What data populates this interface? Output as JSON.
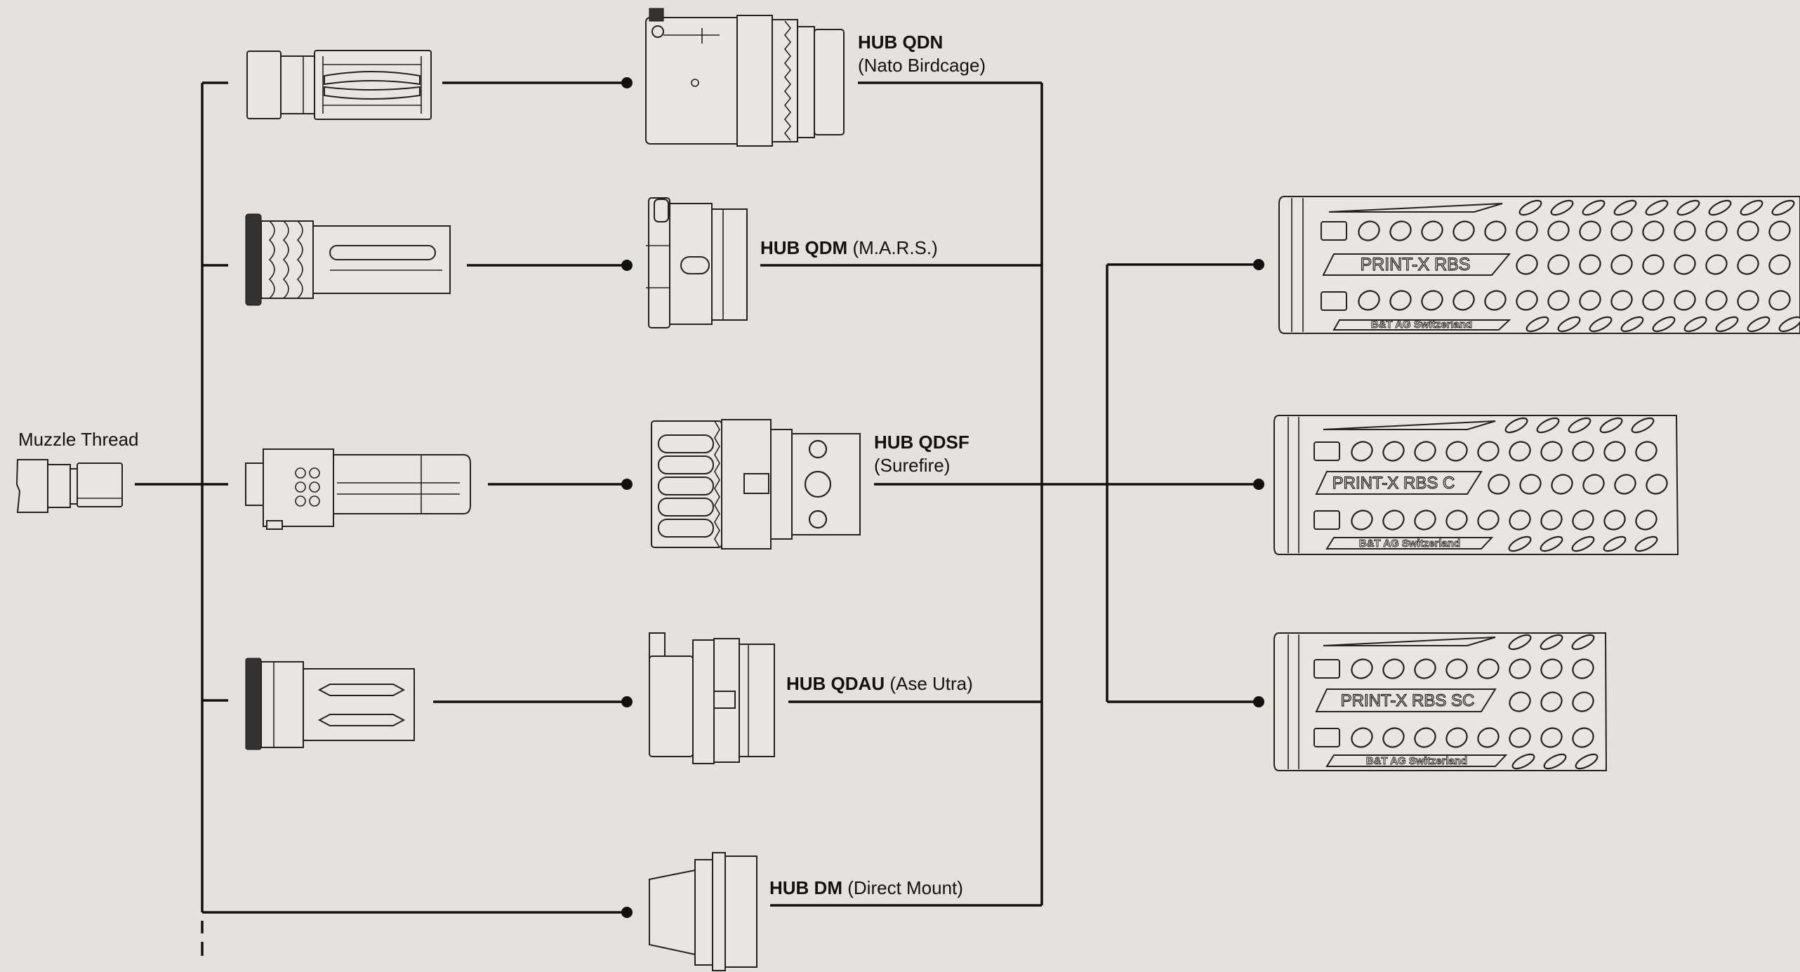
{
  "source": {
    "label": "Muzzle Thread"
  },
  "hubs": [
    {
      "name": "HUB QDN",
      "sub": "(Nato Birdcage)"
    },
    {
      "name": "HUB QDM",
      "sub": "(M.A.R.S.)"
    },
    {
      "name": "HUB QDSF",
      "sub": "(Surefire)"
    },
    {
      "name": "HUB QDAU",
      "sub": "(Ase Utra)"
    },
    {
      "name": "HUB DM",
      "sub": "(Direct Mount)"
    }
  ],
  "suppressors": [
    {
      "model": "PRINT-X RBS",
      "maker": "B&T AG Switzerland"
    },
    {
      "model": "PRINT-X RBS C",
      "maker": "B&T AG Switzerland"
    },
    {
      "model": "PRINT-X RBS SC",
      "maker": "B&T AG Switzerland"
    }
  ],
  "colors": {
    "background": "#e5e1dc",
    "line": "#111111",
    "part_fill": "#e9e6e1",
    "part_stroke": "#222222"
  }
}
